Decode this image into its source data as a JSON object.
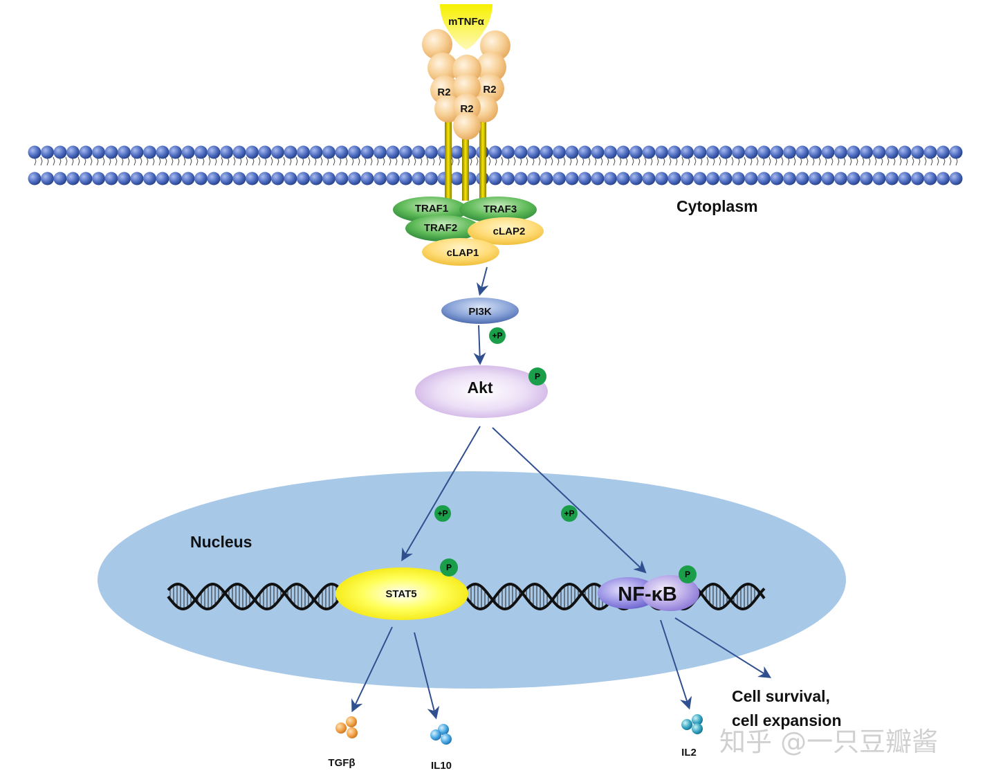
{
  "labels": {
    "ligand": "mTNFα",
    "receptor_left": "R2",
    "receptor_right": "R2",
    "receptor_center": "R2",
    "cytoplasm": "Cytoplasm",
    "traf1": "TRAF1",
    "traf2": "TRAF2",
    "traf3": "TRAF3",
    "clap1": "cLAP1",
    "clap2": "cLAP2",
    "pi3k": "PI3K",
    "akt": "Akt",
    "nucleus": "Nucleus",
    "stat5": "STAT5",
    "nfkb": "NF-κB",
    "tgfb": "TGFβ",
    "il10": "IL10",
    "il2": "IL2",
    "outcome_line1": "Cell survival,",
    "outcome_line2": "cell expansion"
  },
  "badges": {
    "phosphorylation": "+P",
    "phosphorylated": "P"
  },
  "watermark": "知乎 @一只豆瓣酱",
  "colors": {
    "membrane_head": "#3f5fa8",
    "nucleus": "#a8c8e8",
    "receptor": "#f3c88e",
    "traf_green": "#4caf50",
    "clap_yellow": "#ffd56a",
    "pi3k": "#7d9ad0",
    "akt": "#dcc6ec",
    "stat5": "#ffff33",
    "nfkb": "#8c85df",
    "badge_green": "#1a9e4a",
    "arrow": "#2f4f8f",
    "tgfb": "#f0a040",
    "il": "#3fa6dc"
  }
}
